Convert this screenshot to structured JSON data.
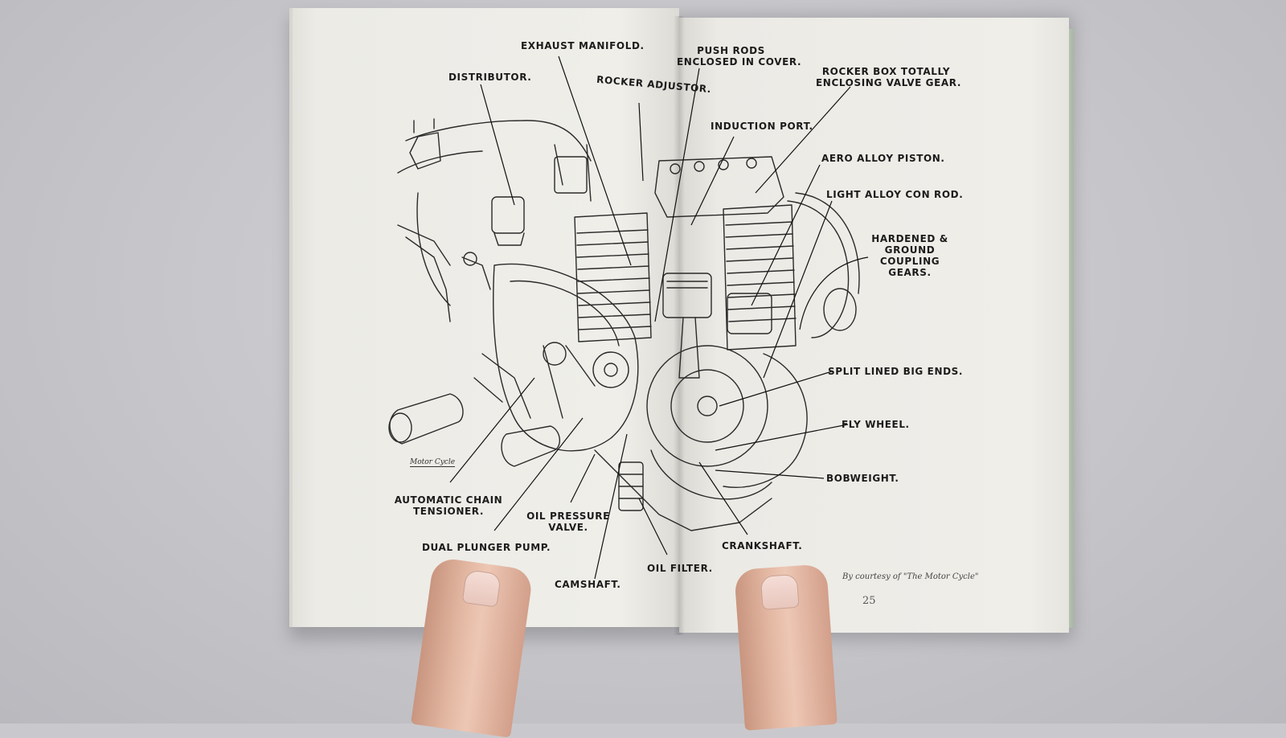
{
  "labels": {
    "exhaust_manifold": "EXHAUST MANIFOLD.",
    "push_rods_1": "PUSH RODS",
    "push_rods_2": "ENCLOSED IN COVER.",
    "distributor": "DISTRIBUTOR.",
    "rocker_box_1": "ROCKER BOX TOTALLY",
    "rocker_box_2": "ENCLOSING VALVE GEAR.",
    "rocker_adjustor": "ROCKER ADJUSTOR.",
    "induction_port": "INDUCTION PORT.",
    "aero_alloy_piston": "AERO ALLOY PISTON.",
    "light_alloy_con_rod": "LIGHT ALLOY CON ROD.",
    "hardened_1": "HARDENED &",
    "hardened_2": "GROUND",
    "hardened_3": "COUPLING",
    "hardened_4": "GEARS.",
    "split_lined": "SPLIT LINED BIG ENDS.",
    "fly_wheel": "FLY WHEEL.",
    "bobweight": "BOBWEIGHT.",
    "auto_chain_1": "AUTOMATIC CHAIN",
    "auto_chain_2": "TENSIONER.",
    "oil_pressure_1": "OIL PRESSURE",
    "oil_pressure_2": "VALVE.",
    "dual_plunger": "DUAL PLUNGER PUMP.",
    "camshaft": "CAMSHAFT.",
    "oil_filter": "OIL FILTER.",
    "crankshaft": "CRANKSHAFT."
  },
  "credit": "By courtesy of \"The Motor Cycle\"",
  "page_number": "25",
  "logo_text": "Motor Cycle"
}
